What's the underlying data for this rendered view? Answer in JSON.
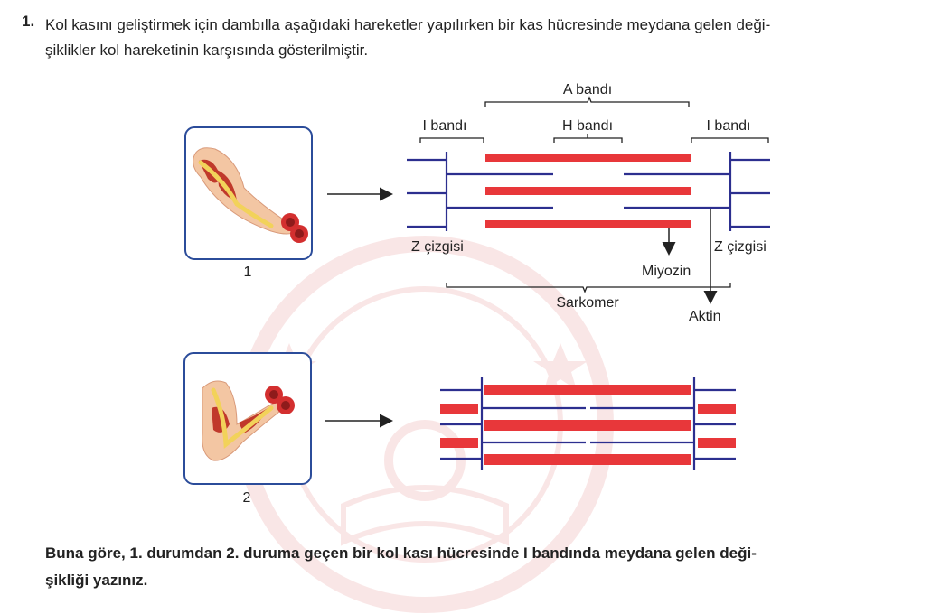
{
  "question": {
    "number": "1.",
    "intro_line1": "Kol kasını geliştirmek için dambılla aşağıdaki hareketler yapılırken bir kas hücresinde meydana gelen deği-",
    "intro_line2": "şiklikler kol hareketinin karşısında gösterilmiştir.",
    "prompt_line1": "Buna göre, 1. durumdan 2. duruma geçen bir kol kası hücresinde I bandında meydana gelen deği-",
    "prompt_line2": "şikliği yazınız."
  },
  "figure1": {
    "caption": "1",
    "labels": {
      "a_band": "A bandı",
      "i_band_left": "I bandı",
      "h_band": "H bandı",
      "i_band_right": "I bandı",
      "z_line_left": "Z çizgisi",
      "z_line_right": "Z çizgisi",
      "myosin": "Miyozin",
      "sarcomere": "Sarkomer",
      "actin": "Aktin"
    }
  },
  "figure2": {
    "caption": "2"
  },
  "icons": {
    "arm_icon": "flexed-arm-with-dumbbell-icon",
    "arrow_icon": "right-arrow-icon",
    "watermark": "ministry-seal-watermark"
  },
  "colors": {
    "myosin_red": "#e8373a",
    "actin_navy": "#2c2f8f",
    "frame_blue": "#2b4c9a",
    "text": "#222222"
  }
}
